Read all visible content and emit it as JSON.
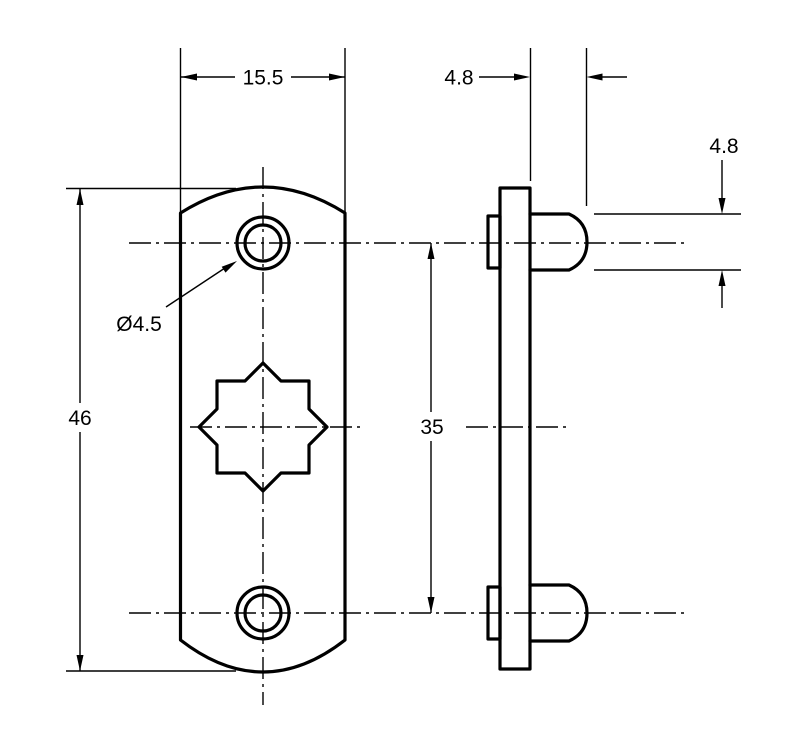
{
  "drawing": {
    "type": "technical-drawing",
    "views": {
      "front": "plate with two round holes and 8-point star cutout",
      "side": "plate profile with two protruding studs"
    },
    "dimensions": {
      "plate_width": "15.5",
      "stud_protrusion": "4.8",
      "stud_diameter": "4.8",
      "hole_diameter": "Ø4.5",
      "plate_height": "46",
      "hole_spacing": "35"
    },
    "colors": {
      "line": "#000000",
      "background": "#ffffff"
    }
  }
}
